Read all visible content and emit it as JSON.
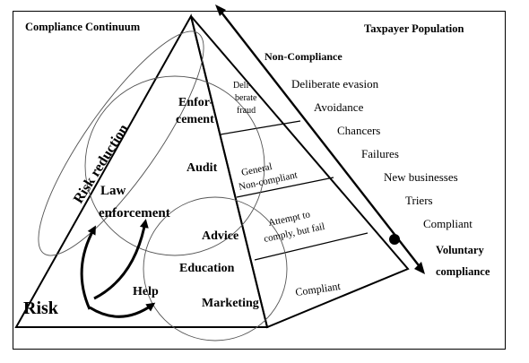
{
  "header": {
    "left_title": "Compliance Continuum",
    "right_title": "Taxpayer Population"
  },
  "population": {
    "top": "Non-Compliance",
    "items": [
      "Deliberate evasion",
      "Avoidance",
      "Chancers",
      "Failures",
      "New businesses",
      "Triers",
      "Compliant"
    ],
    "bottom_line1": "Voluntary",
    "bottom_line2": "compliance"
  },
  "pyramid_right": {
    "band1_line1": "Deli-",
    "band1_line2": "berate",
    "band1_line3": "fraud",
    "band2_line1": "General",
    "band2_line2": "Non-compliant",
    "band3_line1": "Attempt to",
    "band3_line2": "comply, but fail",
    "band4": "Compliant"
  },
  "pyramid_left": {
    "enforcement_line1": "Enfor-",
    "enforcement_line2": "cement",
    "audit": "Audit",
    "law_line1": "Law",
    "law_line2": "enforcement",
    "advice": "Advice",
    "education": "Education",
    "marketing": "Marketing",
    "help": "Help",
    "risk": "Risk",
    "risk_reduction": "Risk reduction"
  }
}
